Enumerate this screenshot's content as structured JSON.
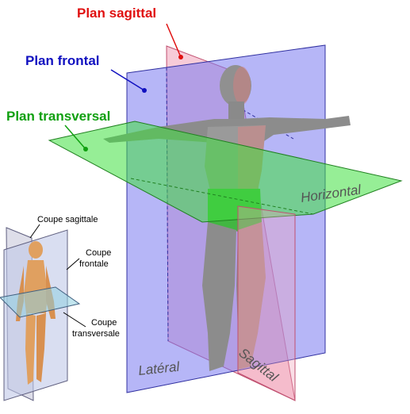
{
  "labels": {
    "sagittal": "Plan sagittal",
    "frontal": "Plan frontal",
    "transversal": "Plan transversal"
  },
  "plane_texts": {
    "horizontal": "Horizontal",
    "lateral": "Latéral",
    "sagittal": "Sagittal"
  },
  "inset": {
    "coupe_sagittale": "Coupe sagittale",
    "coupe_frontale_line1": "Coupe",
    "coupe_frontale_line2": "frontale",
    "coupe_transversale_line1": "Coupe",
    "coupe_transversale_line2": "transversale"
  },
  "colors": {
    "sagittal": "#e01010",
    "frontal": "#1010c0",
    "transversal": "#10a010",
    "plane_text": "#555555",
    "sagittal_fill": "#f0a0b0",
    "frontal_fill": "#8080f0",
    "transversal_fill": "#40e040",
    "skin": "#e0a060"
  }
}
